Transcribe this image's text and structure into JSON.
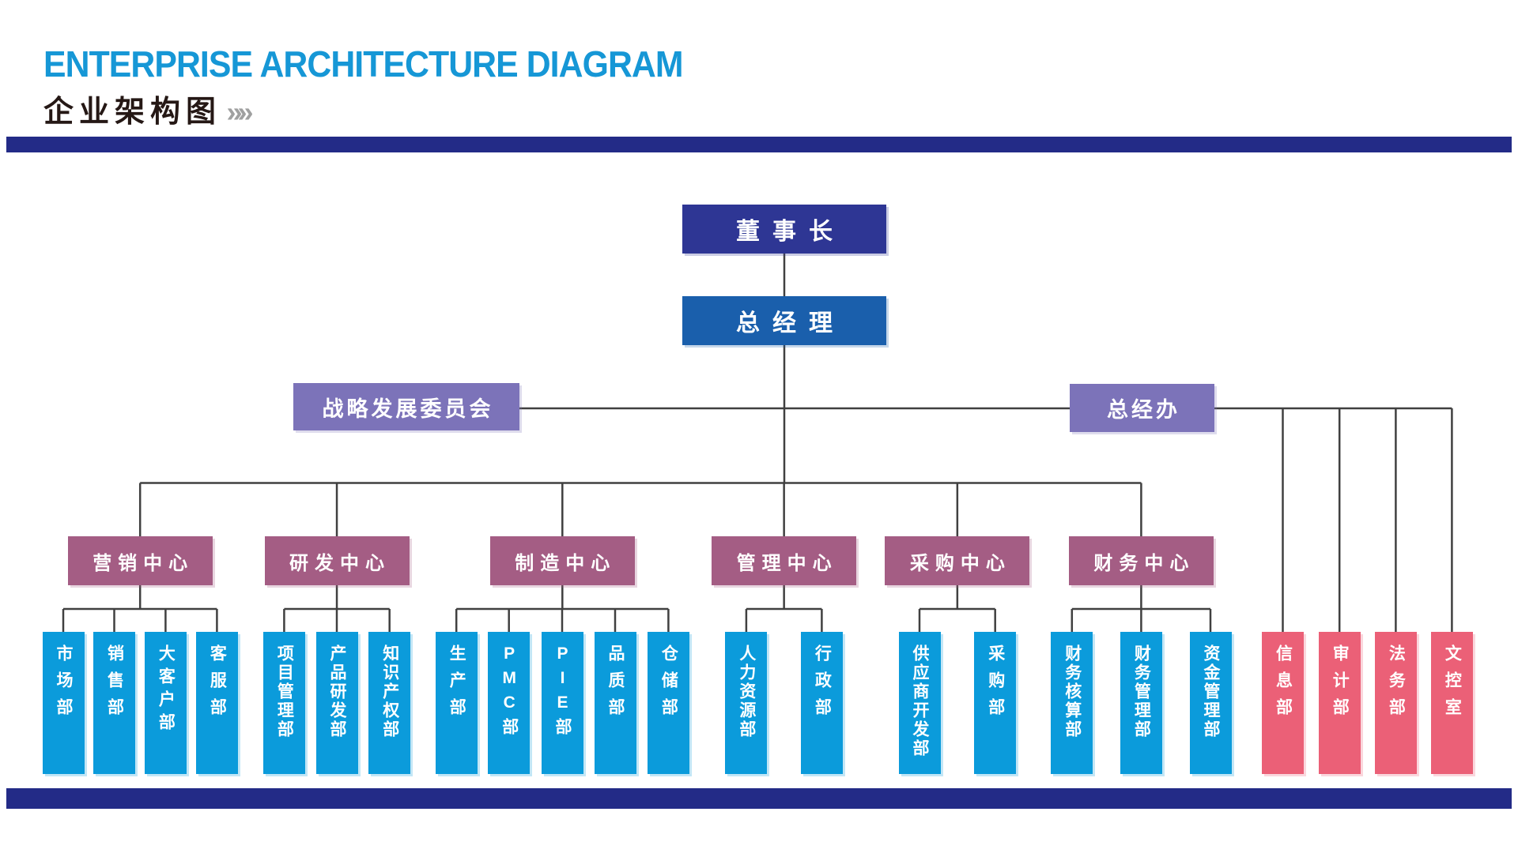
{
  "header": {
    "title_en": "ENTERPRISE ARCHITECTURE DIAGRAM",
    "title_zh": "企业架构图",
    "chevrons": "»»"
  },
  "colors": {
    "title_blue": "#1697D6",
    "title_dark": "#251815",
    "chevron_gray": "#9FA0A0",
    "bar_navy": "#232B87",
    "chairman_blue": "#2E3694",
    "gm_blue": "#1A5FAC",
    "committee_purple": "#7C73B9",
    "center_mauve": "#A45D84",
    "dept_blue": "#0B9BDB",
    "dept_pink": "#EB6077",
    "line_gray": "#404040"
  },
  "org": {
    "chairman": "董事长",
    "general_manager": "总经理",
    "strategy_committee": "战略发展委员会",
    "gm_office": "总经办",
    "centers": [
      {
        "label": "营销中心",
        "departments": [
          "市场部",
          "销售部",
          "大客户部",
          "客服部"
        ]
      },
      {
        "label": "研发中心",
        "departments": [
          "项目管理部",
          "产品研发部",
          "知识产权部"
        ]
      },
      {
        "label": "制造中心",
        "departments": [
          "生产部",
          "PMC部",
          "PIE部",
          "品质部",
          "仓储部"
        ]
      },
      {
        "label": "管理中心",
        "departments": [
          "人力资源部",
          "行政部"
        ]
      },
      {
        "label": "采购中心",
        "departments": [
          "供应商开发部",
          "采购部"
        ]
      },
      {
        "label": "财务中心",
        "departments": [
          "财务核算部",
          "财务管理部",
          "资金管理部"
        ]
      }
    ],
    "gm_office_departments": [
      "信息部",
      "审计部",
      "法务部",
      "文控室"
    ]
  }
}
